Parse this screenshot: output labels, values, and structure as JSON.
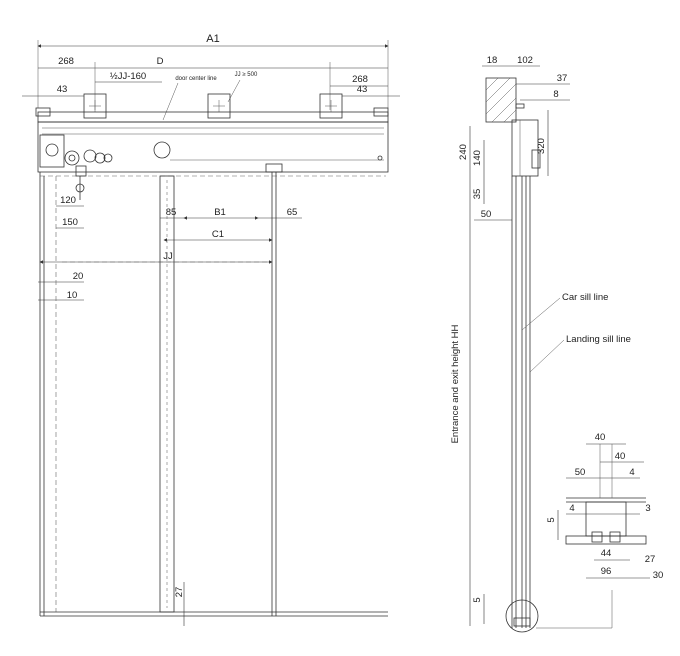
{
  "front": {
    "A1": "A1",
    "D": "D",
    "left268": "268",
    "right268": "268",
    "left43": "43",
    "right43": "43",
    "halfjj": "½JJ-160",
    "door_center": "door center line",
    "jj500": "JJ ≥ 500",
    "d120": "120",
    "d150": "150",
    "d85": "85",
    "B1": "B1",
    "d65": "65",
    "C1": "C1",
    "JJ": "JJ",
    "d20": "20",
    "d10": "10",
    "d27": "27"
  },
  "side": {
    "d18": "18",
    "d102": "102",
    "d37": "37",
    "d8": "8",
    "d320": "320",
    "d240": "240",
    "d140": "140",
    "d35": "35",
    "d50": "50",
    "car_sill": "Car sill line",
    "landing_sill": "Landing sill line",
    "hh": "Entrance and exit height HH",
    "d5": "5"
  },
  "detail": {
    "d40a": "40",
    "d40b": "40",
    "d50": "50",
    "d4a": "4",
    "d4b": "4",
    "d5": "5",
    "d3": "3",
    "d44": "44",
    "d27": "27",
    "d96": "96",
    "d30": "30"
  }
}
